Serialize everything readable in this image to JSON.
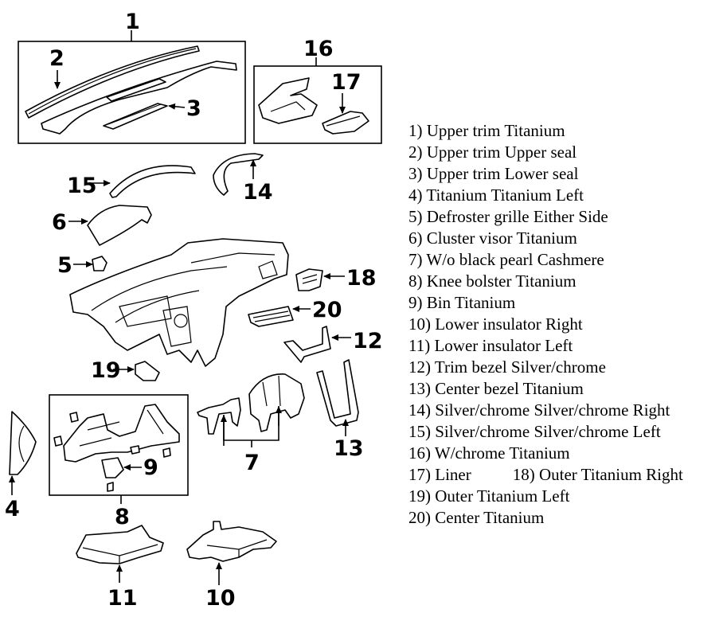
{
  "diagram": {
    "callouts": [
      "1",
      "2",
      "3",
      "4",
      "5",
      "6",
      "7",
      "8",
      "9",
      "10",
      "11",
      "12",
      "13",
      "14",
      "15",
      "16",
      "17",
      "18",
      "19",
      "20"
    ]
  },
  "legend": {
    "items": [
      {
        "num": "1)",
        "label": "Upper trim Titanium"
      },
      {
        "num": "2)",
        "label": "Upper trim Upper seal"
      },
      {
        "num": "3)",
        "label": "Upper trim Lower seal"
      },
      {
        "num": "4)",
        "label": "Titanium Titanium Left"
      },
      {
        "num": "5)",
        "label": "Defroster grille Either Side"
      },
      {
        "num": "6)",
        "label": "Cluster visor Titanium"
      },
      {
        "num": "7)",
        "label": "W/o black pearl Cashmere"
      },
      {
        "num": "8)",
        "label": "Knee bolster Titanium"
      },
      {
        "num": "9)",
        "label": "Bin Titanium"
      },
      {
        "num": "10)",
        "label": "Lower insulator Right"
      },
      {
        "num": "11)",
        "label": "Lower insulator Left"
      },
      {
        "num": "12)",
        "label": "Trim bezel Silver/chrome"
      },
      {
        "num": "13)",
        "label": "Center bezel Titanium"
      },
      {
        "num": "14)",
        "label": "Silver/chrome Silver/chrome Right"
      },
      {
        "num": "15)",
        "label": "Silver/chrome Silver/chrome Left"
      },
      {
        "num": "16)",
        "label": "W/chrome Titanium"
      },
      {
        "num": "17)",
        "label": "Liner"
      },
      {
        "num": "18)",
        "label": "Outer Titanium Right"
      },
      {
        "num": "19)",
        "label": "Outer Titanium Left"
      },
      {
        "num": "20)",
        "label": "Center Titanium"
      }
    ]
  }
}
